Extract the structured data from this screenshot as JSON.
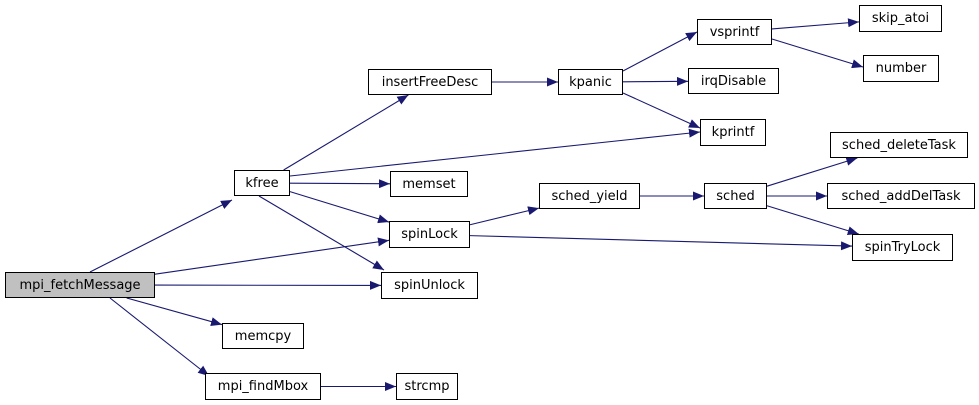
{
  "diagram": {
    "type": "call-graph",
    "background_color": "#ffffff",
    "edge_color": "#191970",
    "node_border_color": "#000000",
    "node_fill_color": "#ffffff",
    "highlight_fill_color": "#c0c0c0",
    "text_color": "#000000",
    "nodes": [
      {
        "id": "mpi_fetchMessage",
        "label": "mpi_fetchMessage",
        "highlighted": true
      },
      {
        "id": "kfree",
        "label": "kfree",
        "highlighted": false
      },
      {
        "id": "insertFreeDesc",
        "label": "insertFreeDesc",
        "highlighted": false
      },
      {
        "id": "kpanic",
        "label": "kpanic",
        "highlighted": false
      },
      {
        "id": "vsprintf",
        "label": "vsprintf",
        "highlighted": false
      },
      {
        "id": "skip_atoi",
        "label": "skip_atoi",
        "highlighted": false
      },
      {
        "id": "number",
        "label": "number",
        "highlighted": false
      },
      {
        "id": "irqDisable",
        "label": "irqDisable",
        "highlighted": false
      },
      {
        "id": "kprintf",
        "label": "kprintf",
        "highlighted": false
      },
      {
        "id": "memset",
        "label": "memset",
        "highlighted": false
      },
      {
        "id": "spinLock",
        "label": "spinLock",
        "highlighted": false
      },
      {
        "id": "spinUnlock",
        "label": "spinUnlock",
        "highlighted": false
      },
      {
        "id": "memcpy",
        "label": "memcpy",
        "highlighted": false
      },
      {
        "id": "mpi_findMbox",
        "label": "mpi_findMbox",
        "highlighted": false
      },
      {
        "id": "strcmp",
        "label": "strcmp",
        "highlighted": false
      },
      {
        "id": "sched_yield",
        "label": "sched_yield",
        "highlighted": false
      },
      {
        "id": "sched",
        "label": "sched",
        "highlighted": false
      },
      {
        "id": "sched_deleteTask",
        "label": "sched_deleteTask",
        "highlighted": false
      },
      {
        "id": "sched_addDelTask",
        "label": "sched_addDelTask",
        "highlighted": false
      },
      {
        "id": "spinTryLock",
        "label": "spinTryLock",
        "highlighted": false
      }
    ],
    "edges": [
      {
        "from": "mpi_fetchMessage",
        "to": "kfree"
      },
      {
        "from": "mpi_fetchMessage",
        "to": "spinLock"
      },
      {
        "from": "mpi_fetchMessage",
        "to": "spinUnlock"
      },
      {
        "from": "mpi_fetchMessage",
        "to": "memcpy"
      },
      {
        "from": "mpi_fetchMessage",
        "to": "mpi_findMbox"
      },
      {
        "from": "kfree",
        "to": "insertFreeDesc"
      },
      {
        "from": "kfree",
        "to": "kprintf"
      },
      {
        "from": "kfree",
        "to": "memset"
      },
      {
        "from": "kfree",
        "to": "spinLock"
      },
      {
        "from": "kfree",
        "to": "spinUnlock"
      },
      {
        "from": "insertFreeDesc",
        "to": "kpanic"
      },
      {
        "from": "kpanic",
        "to": "vsprintf"
      },
      {
        "from": "kpanic",
        "to": "irqDisable"
      },
      {
        "from": "kpanic",
        "to": "kprintf"
      },
      {
        "from": "vsprintf",
        "to": "skip_atoi"
      },
      {
        "from": "vsprintf",
        "to": "number"
      },
      {
        "from": "spinLock",
        "to": "sched_yield"
      },
      {
        "from": "spinLock",
        "to": "spinTryLock"
      },
      {
        "from": "sched_yield",
        "to": "sched"
      },
      {
        "from": "sched",
        "to": "sched_deleteTask"
      },
      {
        "from": "sched",
        "to": "sched_addDelTask"
      },
      {
        "from": "sched",
        "to": "spinTryLock"
      },
      {
        "from": "mpi_findMbox",
        "to": "strcmp"
      }
    ]
  }
}
